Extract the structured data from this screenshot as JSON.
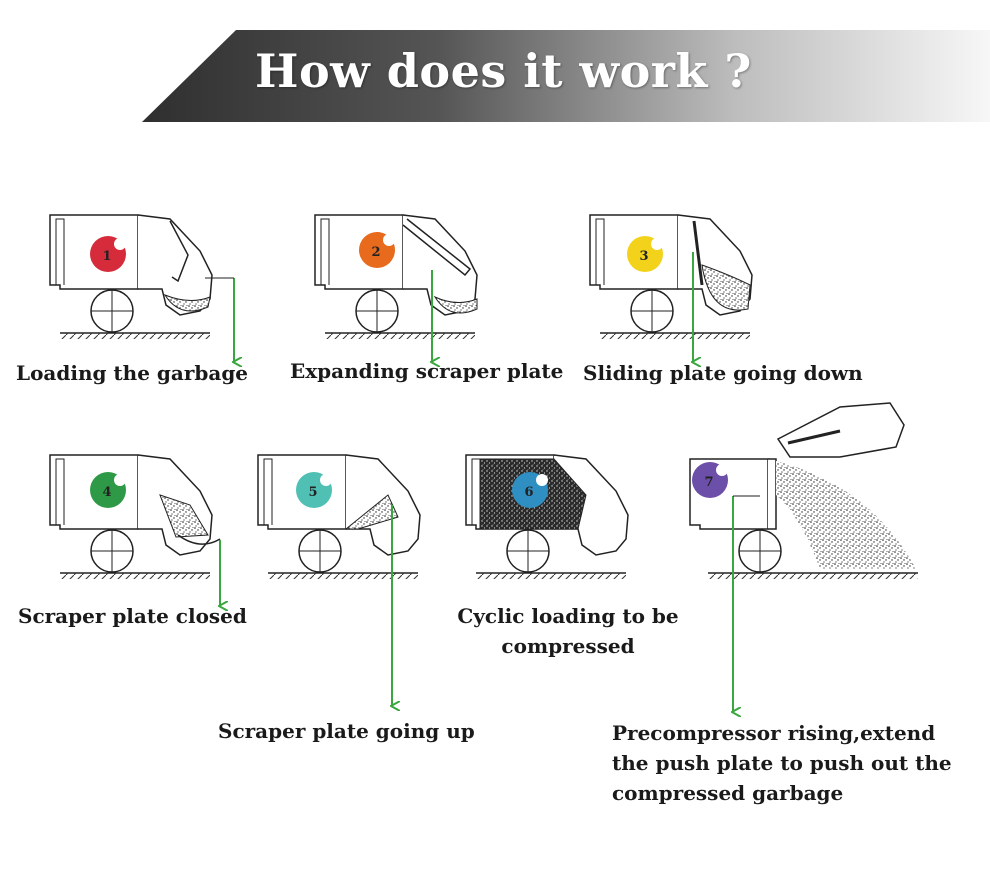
{
  "title": "How does it work ?",
  "colors": {
    "arrow": "#3aa63e",
    "banner_dark": "#3c3c3c",
    "banner_light": "#f2f2f2"
  },
  "steps": [
    {
      "number": "1",
      "caption": "Loading the garbage",
      "badge_color": "#d62b3a"
    },
    {
      "number": "2",
      "caption": "Expanding scraper plate",
      "badge_color": "#e86a1c"
    },
    {
      "number": "3",
      "caption": "Sliding plate going down",
      "badge_color": "#f3d21c"
    },
    {
      "number": "4",
      "caption": "Scraper plate closed",
      "badge_color": "#2e9a47"
    },
    {
      "number": "5",
      "caption": "Scraper plate going up",
      "badge_color": "#4fc0b3"
    },
    {
      "number": "6",
      "caption_lines": [
        "Cyclic loading to be",
        "compressed"
      ],
      "badge_color": "#2f8fc2"
    },
    {
      "number": "7",
      "caption_lines": [
        "Precompressor rising,extend",
        "the push plate to push out the",
        "compressed garbage"
      ],
      "badge_color": "#6b4fa8"
    }
  ]
}
